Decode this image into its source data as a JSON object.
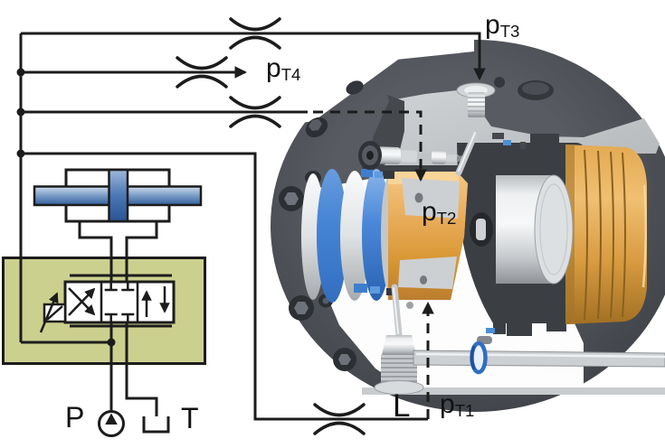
{
  "figure": {
    "labels": {
      "pump": "P",
      "tank": "T",
      "drain": "L",
      "pt1": {
        "base": "p",
        "sub": "T1"
      },
      "pt2": {
        "base": "p",
        "sub": "T2"
      },
      "pt3": {
        "base": "p",
        "sub": "T3"
      },
      "pt4": {
        "base": "p",
        "sub": "T4"
      }
    },
    "colors": {
      "line": "#1c1c1c",
      "valve-block": "#ccd08e",
      "cylinder-blue": "#4a77b4",
      "seal-blue": "#3f7ecf",
      "rotor-gold": "#e2a14b",
      "flange-dark": "#45484d",
      "cut-face": "#c6c9cc"
    }
  }
}
